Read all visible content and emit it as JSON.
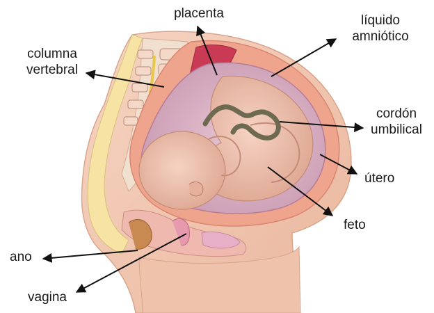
{
  "labels": {
    "placenta": "placenta",
    "liquido_line1": "líquido",
    "liquido_line2": "amniótico",
    "columna_line1": "columna",
    "columna_line2": "vertebral",
    "cordon_line1": "cordón",
    "cordon_line2": "umbilical",
    "utero": "útero",
    "feto": "feto",
    "ano": "ano",
    "vagina": "vagina"
  },
  "colors": {
    "skin": "#f1c9b2",
    "skin_shadow": "#e7b199",
    "uterus_wall": "#e9a08a",
    "uterus_inner": "#f3b9a3",
    "amniotic_fluid": "#d9b4c6",
    "fetus": "#f0c3b3",
    "placenta": "#c93a55",
    "spine_bone": "#f3d6c7",
    "umbilical_cord": "#6e6a52",
    "arrow": "#111111"
  }
}
